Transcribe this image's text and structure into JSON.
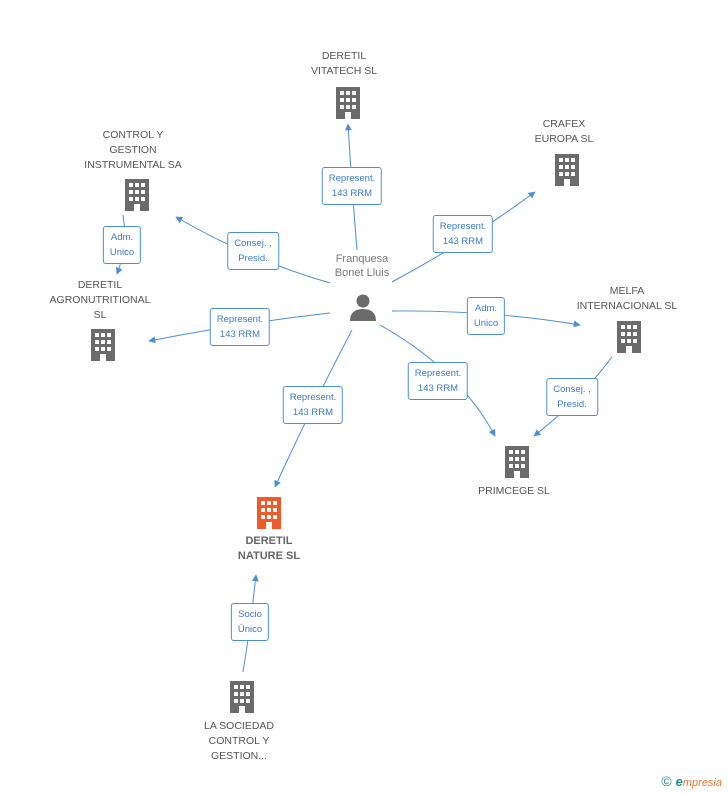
{
  "person": {
    "name": "Franquesa\nBonet Lluis"
  },
  "nodes": {
    "deretil_vitatech": "DERETIL\nVITATECH SL",
    "crafex": "CRAFEX\nEUROPA SL",
    "control_gestion": "CONTROL Y\nGESTION\nINSTRUMENTAL SA",
    "agronutritional": "DERETIL\nAGRONUTRITIONAL\nSL",
    "melfa": "MELFA\nINTERNACIONAL SL",
    "primcege": "PRIMCEGE SL",
    "deretil_nature": "DERETIL\nNATURE SL",
    "la_sociedad": "LA SOCIEDAD\nCONTROL Y\nGESTION..."
  },
  "edges": {
    "vitatech": "Represent.\n143 RRM",
    "crafex": "Represent.\n143 RRM",
    "control": "Consej. ,\nPresid.",
    "adm_control": "Adm.\nUnico",
    "agro": "Represent.\n143 RRM",
    "melfa": "Adm.\nUnico",
    "primcege": "Represent.\n143 RRM",
    "melfa_primcege": "Consej. ,\nPresid.",
    "nature": "Represent.\n143 RRM",
    "socio": "Socio\nÚnico"
  },
  "colors": {
    "edge": "#4a8fd8",
    "building": "#6b6b6b",
    "highlight": "#f05a28"
  },
  "brand": {
    "copyright": "©",
    "initial": "e",
    "name": "mpresia"
  }
}
